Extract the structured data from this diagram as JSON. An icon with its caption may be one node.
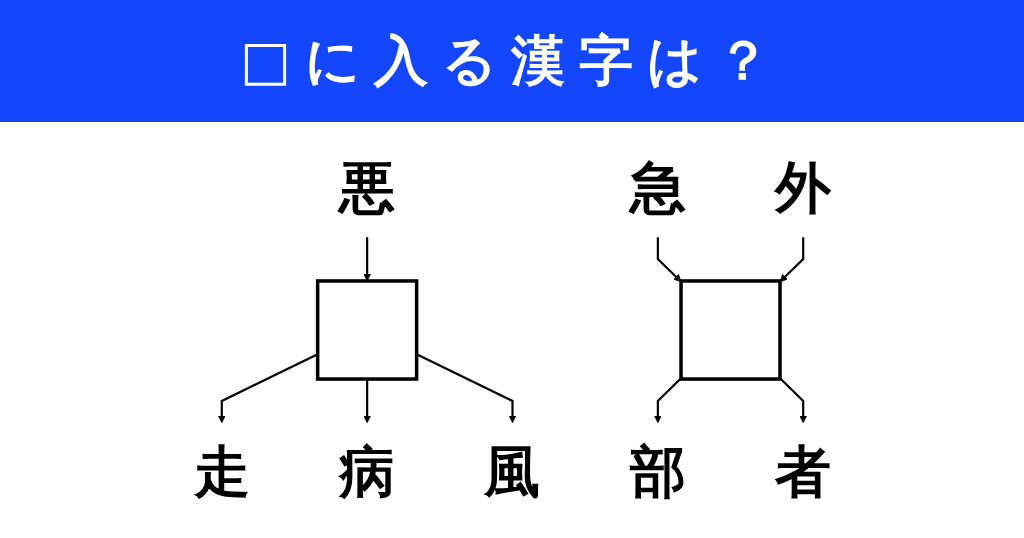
{
  "diagram": {
    "title": "□に入る漢字は？",
    "nodes": [
      {
        "text": [
          "悪"
        ]
      },
      {
        "text": [
          "走"
        ]
      },
      {
        "text": [],
        "shape": "box"
      },
      {
        "text": [
          "病"
        ]
      },
      {
        "text": [
          "風"
        ]
      },
      {
        "text": [
          "急"
        ]
      },
      {
        "text": [
          "外"
        ]
      },
      {
        "text": [],
        "shape": "box"
      },
      {
        "text": [
          "部"
        ]
      },
      {
        "text": [
          "者"
        ]
      }
    ],
    "edges": [
      {
        "from": 0,
        "to": 2,
        "arrow": "to"
      },
      {
        "from": 2,
        "to": 1,
        "arrow": "to"
      },
      {
        "from": 2,
        "to": 3,
        "arrow": "to"
      },
      {
        "from": 2,
        "to": 4,
        "arrow": "to"
      },
      {
        "from": 5,
        "to": 7,
        "arrow": "to"
      },
      {
        "from": 6,
        "to": 7,
        "arrow": "to"
      },
      {
        "from": 7,
        "to": 8,
        "arrow": "to"
      },
      {
        "from": 7,
        "to": 9,
        "arrow": "to"
      }
    ]
  }
}
